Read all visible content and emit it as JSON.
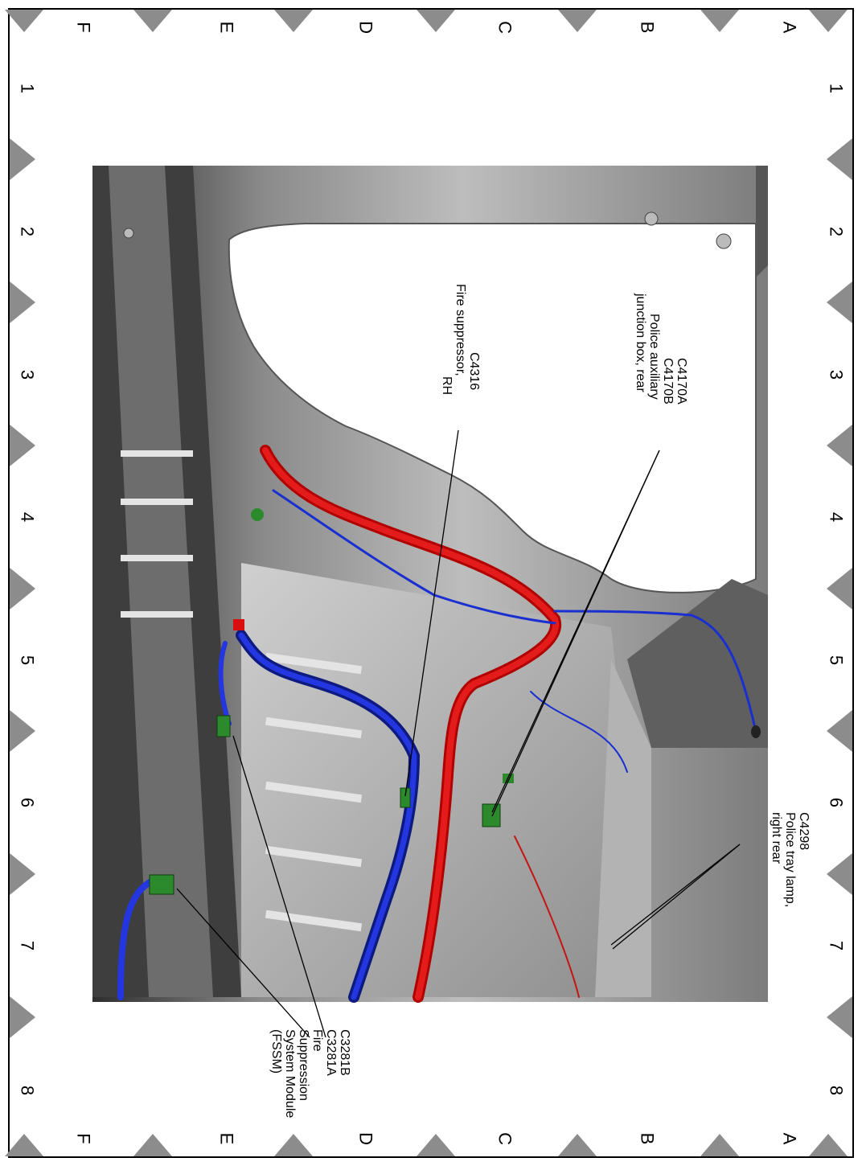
{
  "grid": {
    "rows": [
      "A",
      "B",
      "C",
      "D",
      "E",
      "F"
    ],
    "cols": [
      "1",
      "2",
      "3",
      "4",
      "5",
      "6",
      "7",
      "8"
    ]
  },
  "callouts": {
    "c4170": [
      "C4170A",
      "C4170B",
      "Police auxiliary",
      "junction box, rear"
    ],
    "c4316": [
      "C4316",
      "Fire suppressor,",
      "RH"
    ],
    "c4298": [
      "C4298",
      "Police tray lamp,",
      "right rear"
    ],
    "c3281": [
      "C3281B",
      "C3281A",
      "Fire",
      "Suppression",
      "System Module",
      "(FSSM)"
    ]
  },
  "colors": {
    "border": "#000000",
    "marker": "#8c8c8c",
    "body_panel": "#9e9e9e",
    "body_dark": "#3a3a3a",
    "wire_red": "#d90f0f",
    "wire_blue": "#1a2fd0",
    "connector_green": "#2c8a2c"
  }
}
